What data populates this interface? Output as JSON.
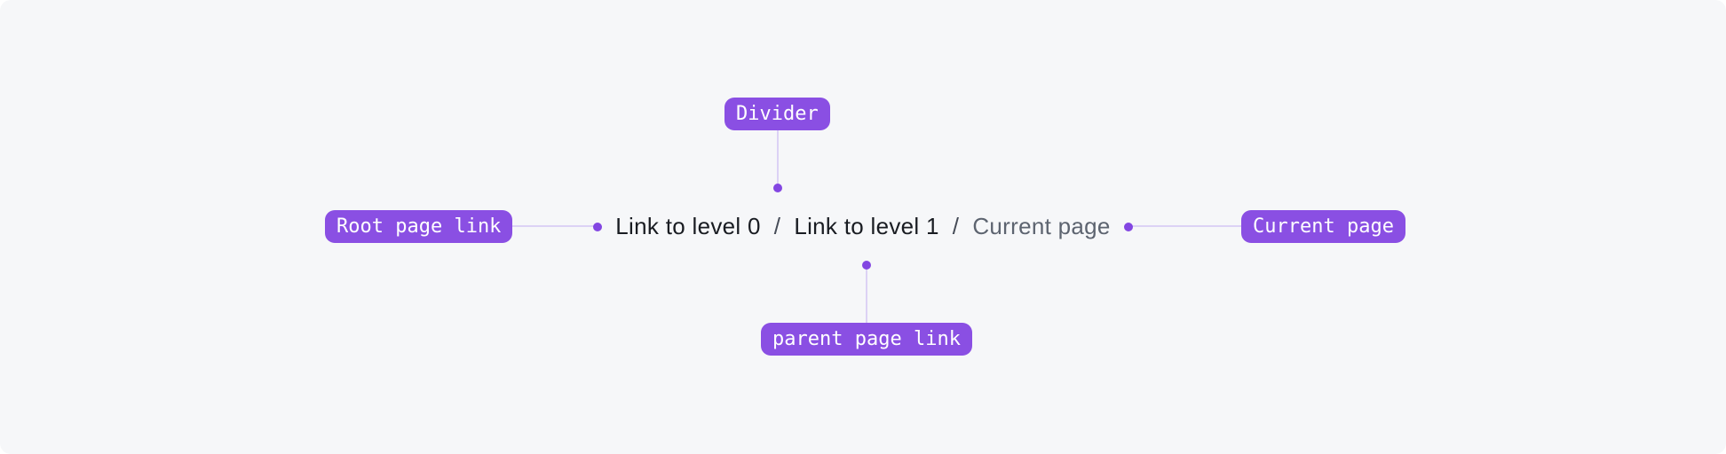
{
  "breadcrumb": {
    "divider": "/",
    "items": [
      {
        "label": "Link to level 0",
        "role": "root-link"
      },
      {
        "label": "Link to level 1",
        "role": "parent-link"
      },
      {
        "label": "Current page",
        "role": "current"
      }
    ]
  },
  "annotations": {
    "labels": {
      "divider": "Divider",
      "root": "Root page link",
      "current": "Current page",
      "parent": "parent page link"
    }
  },
  "colors": {
    "canvas_background": "#f6f7f9",
    "page_background": "#ffffff",
    "accent_pill": "#8a4fe3",
    "pill_text": "#ffffff",
    "connector_line": "#dcd2f5",
    "connector_dot": "#8346e2",
    "link_text": "#191c22",
    "divider_text": "#454b57",
    "current_text": "#5d6470"
  }
}
